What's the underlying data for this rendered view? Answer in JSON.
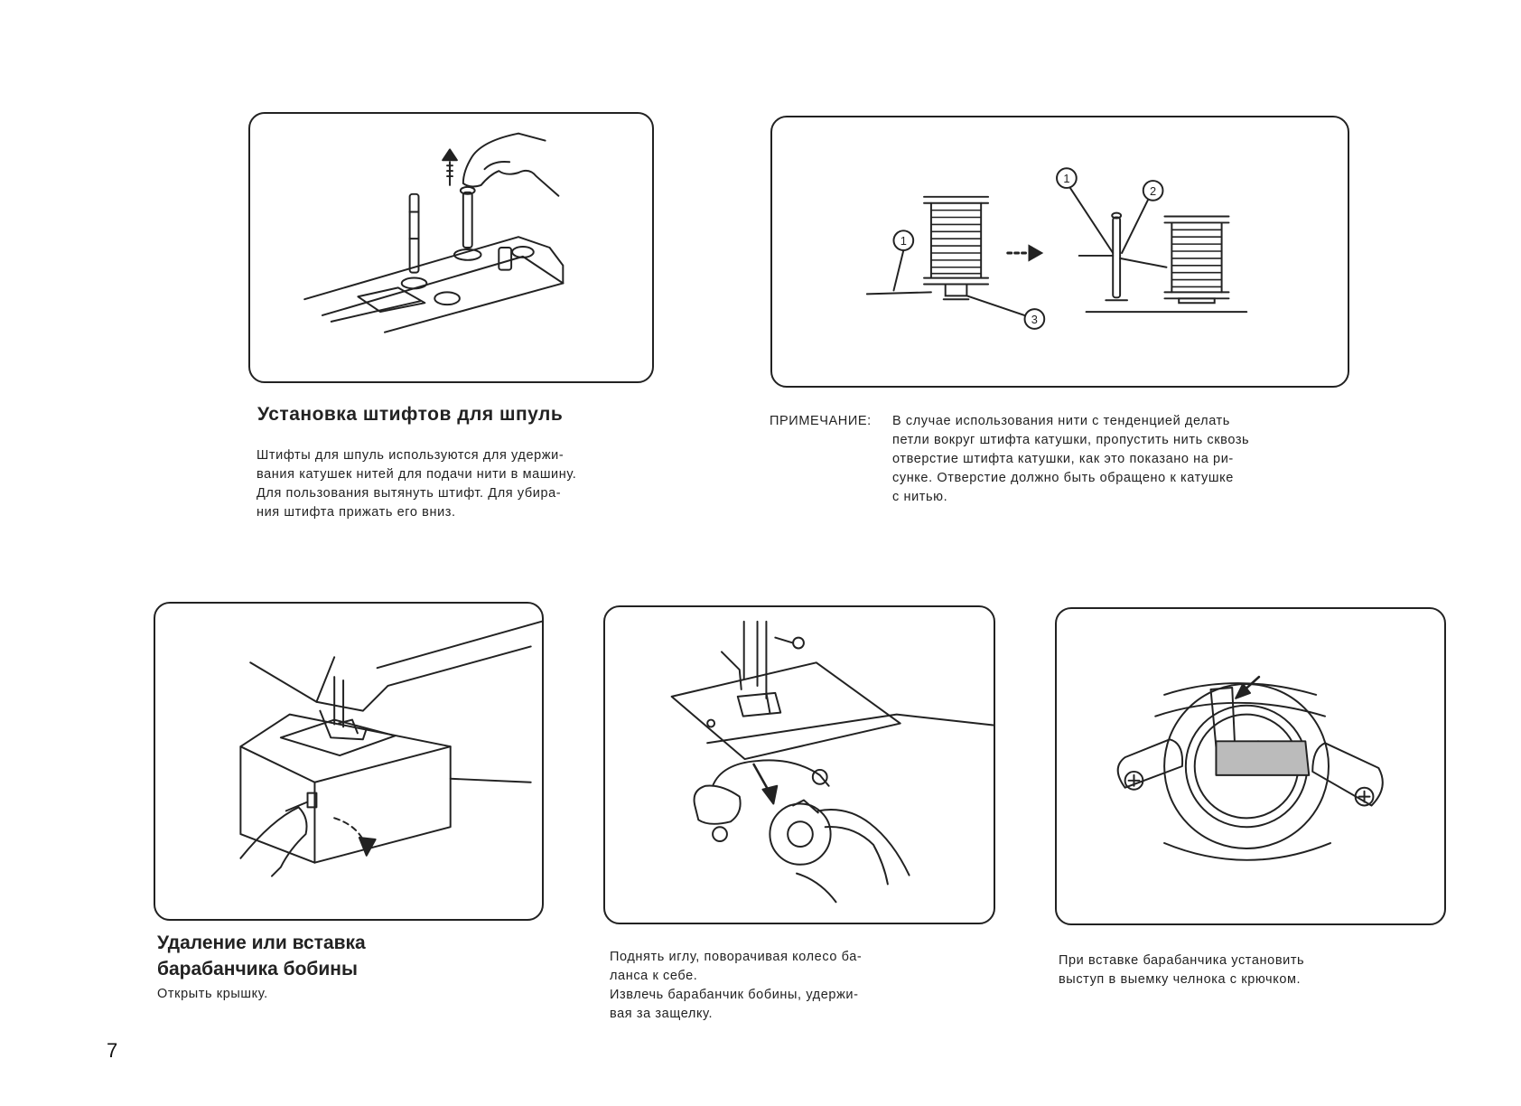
{
  "top_left": {
    "title": "Установка штифтов для шпуль",
    "lines": [
      "Штифты для шпуль используются для удержи-",
      "вания катушек нитей для подачи нити в машину.",
      "Для пользования вытянуть штифт. Для убира-",
      "ния штифта прижать его вниз."
    ]
  },
  "top_right": {
    "note_label": "ПРИМЕЧАНИЕ:",
    "lines": [
      "В случае использования нити с тенденцией делать",
      "петли вокруг штифта катушки, пропустить нить сквозь",
      "отверстие штифта катушки, как это показано на ри-",
      "сунке. Отверстие должно быть обращено к катушке",
      "с нитью."
    ],
    "callouts": [
      "1",
      "2",
      "3"
    ]
  },
  "bottom_left": {
    "title_lines": [
      "Удаление или вставка",
      "барабанчика бобины"
    ],
    "lines": [
      "Открыть крышку."
    ]
  },
  "bottom_middle": {
    "lines": [
      "Поднять иглу, поворачивая колесо ба-",
      "ланса к себе.",
      "Извлечь барабанчик бобины, удержи-",
      "вая за защелку."
    ]
  },
  "bottom_right": {
    "lines": [
      "При вставке барабанчика установить",
      "выступ в выемку челнока с крючком."
    ]
  },
  "page_number": "7"
}
